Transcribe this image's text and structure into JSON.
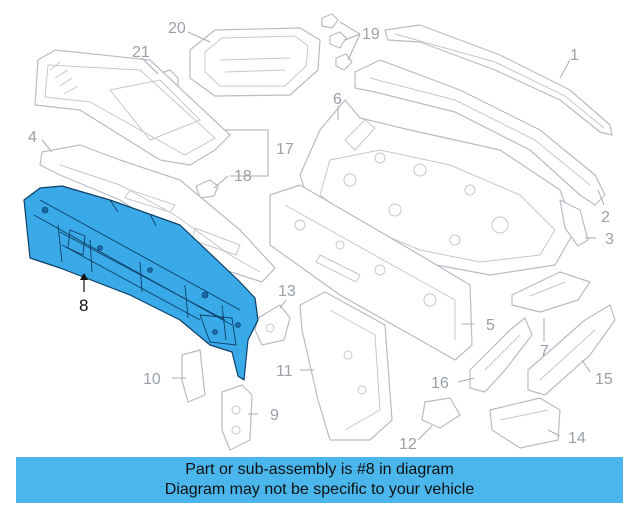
{
  "callouts": {
    "c1": "1",
    "c2": "2",
    "c3": "3",
    "c4": "4",
    "c5": "5",
    "c6": "6",
    "c7": "7",
    "c8": "8",
    "c9": "9",
    "c10": "10",
    "c11": "11",
    "c12": "12",
    "c13": "13",
    "c14": "14",
    "c15": "15",
    "c16": "16",
    "c17": "17",
    "c18": "18",
    "c19": "19",
    "c20": "20",
    "c21": "21"
  },
  "highlight": {
    "part": "8",
    "color": "#3aa9e8"
  },
  "banner": {
    "line1": "Part or sub-assembly is #8 in diagram",
    "line2": "Diagram may not be specific to your vehicle",
    "color": "#4ab6ec"
  }
}
